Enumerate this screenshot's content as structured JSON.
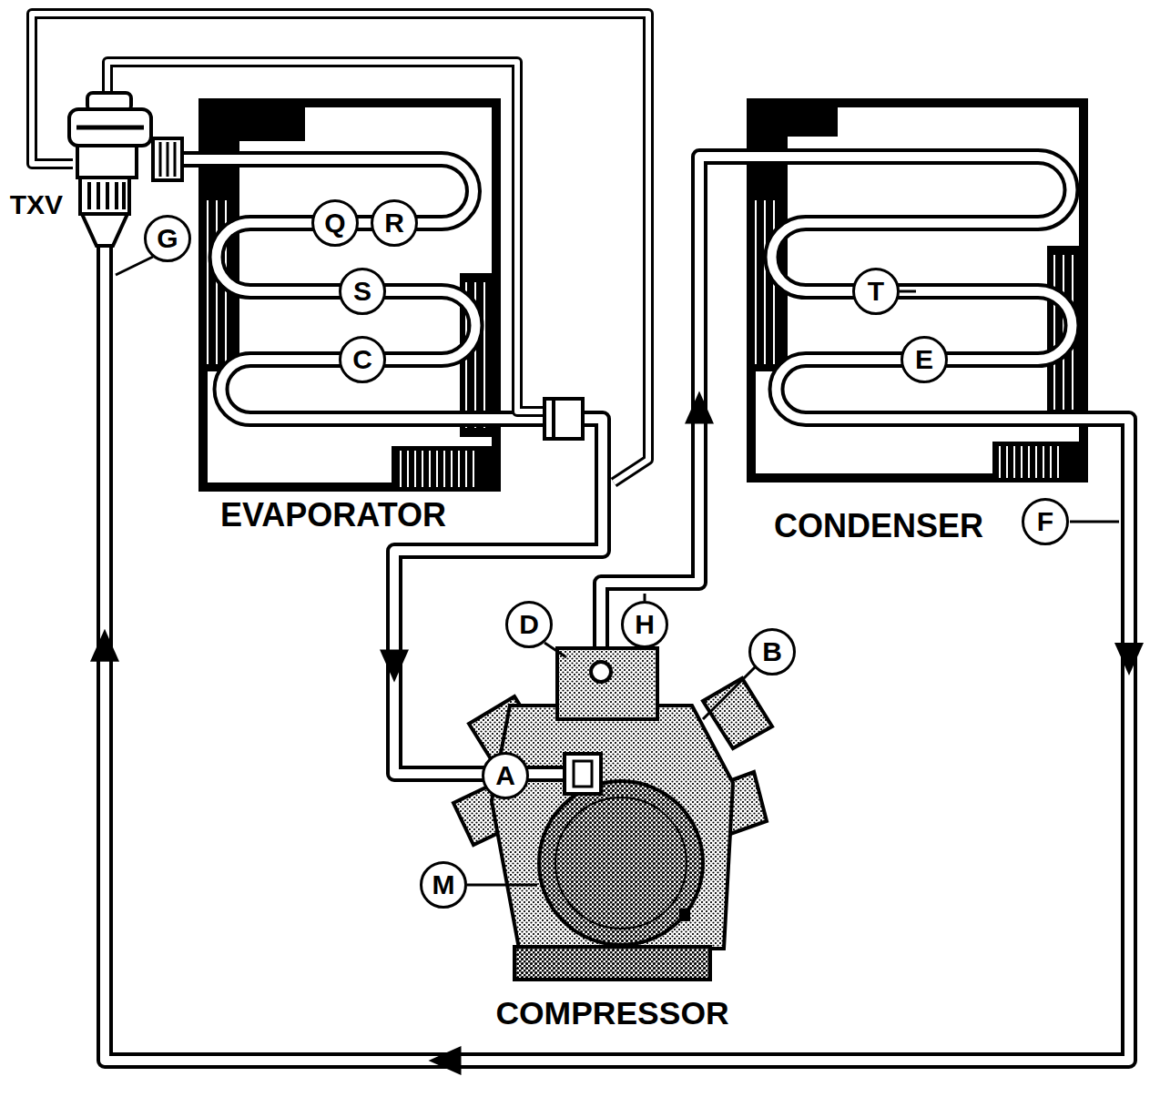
{
  "diagram": {
    "nodes": [
      {
        "text": [
          "TXV"
        ]
      },
      {
        "text": [
          "EVAPORATOR"
        ]
      },
      {
        "text": [
          "CONDENSER"
        ]
      },
      {
        "text": [
          "COMPRESSOR"
        ]
      }
    ],
    "edges": [
      {
        "from": 3,
        "to": 2,
        "arrow": "to"
      },
      {
        "from": 2,
        "to": 0,
        "arrow": "to"
      },
      {
        "from": 0,
        "to": 1,
        "arrow": "none"
      },
      {
        "from": 1,
        "to": 3,
        "arrow": "to"
      }
    ],
    "labels": [
      "Q",
      "R",
      "G",
      "S",
      "C",
      "T",
      "E",
      "F",
      "H",
      "D",
      "B",
      "A",
      "M"
    ]
  }
}
